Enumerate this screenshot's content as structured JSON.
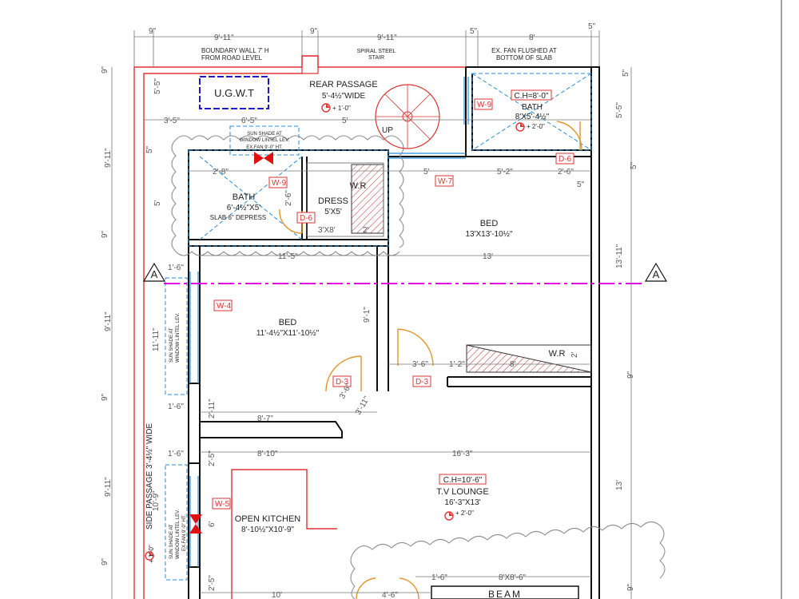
{
  "labels": {
    "boundary_wall_1": "BOUNDARY WALL 7' H",
    "boundary_wall_2": "FROM ROAD LEVEL",
    "ugwt": "U.G.W.T",
    "rear_passage": "REAR PASSAGE",
    "rear_passage_size": "5'-4½\"WIDE",
    "level_rear": "+ 1'-0\"",
    "spiral_1": "SPIRAL STEEL",
    "spiral_2": "STAIR",
    "up": "UP",
    "exfan_slab_1": "EX. FAN FLUSHED AT",
    "exfan_slab_2": "BOTTOM OF SLAB",
    "ch_bath": "C.H=8'-0\"",
    "bath2": "BATH",
    "bath2_size": "8'X5'-4½\"",
    "level_bath2": "+ 2'-0\"",
    "sunshade_top_1": "SUN SHADE AT",
    "sunshade_top_2": "WINDOW LINTEL LEV.",
    "exfan_top": "EX.FAN 9'-0\" HT.",
    "bath1": "BATH",
    "bath1_size": "6'-4½\"X5'",
    "bath1_note": "SLAB 6\" DEPRESS",
    "dress": "DRESS",
    "dress_size": "5'X5'",
    "wr1": "W.R",
    "wr2": "W.R",
    "bed1": "BED",
    "bed1_size": "13'X13'-10½\"",
    "bed2": "BED",
    "bed2_size": "11'-4½\"X11'-10½\"",
    "ch_tv": "C.H=10'-6\"",
    "tv": "T.V LOUNGE",
    "tv_size": "16'-3\"X13'",
    "level_tv": "+ 2'-0\"",
    "kitchen": "OPEN KITCHEN",
    "kitchen_size": "8'-10½\"X10'-9\"",
    "side_passage": "SIDE PASSAGE 3'-4½\" WIDE",
    "level_side": "+ 1'-0\"",
    "beam": "BEAM",
    "section_a": "A",
    "sunshade_left1_1": "SUN SHADE AT",
    "sunshade_left1_2": "WINDOW LINTEL LEV.",
    "sunshade_left2_1": "SUN SHADE AT",
    "sunshade_left2_2": "WINDOW LINTEL LEV.",
    "sunshade_left2_3": "EX.FAN 9'-0\" HT."
  },
  "tags": {
    "w9a": "W-9",
    "w9b": "W-9",
    "w7": "W-7",
    "w4": "W-4",
    "w5": "W-5",
    "d6a": "D-6",
    "d6b": "D-6",
    "d3a": "D-3",
    "d3b": "D-3"
  },
  "dims": {
    "top_9a": "9\"",
    "top_911a": "9'-11\"",
    "top_9b": "9\"",
    "top_911b": "9'-11\"",
    "top_5a": "5\"",
    "top_8": "8'",
    "top_5b": "5\"",
    "r_5a": "5\"",
    "r_55": "5'-5\"",
    "r_5b": "5\"",
    "r_1311": "13'-11\"",
    "r_9": "9\"",
    "r_13": "13'",
    "r_9b": "9\"",
    "l_9a": "9\"",
    "l_911a": "9'-11\"",
    "l_9b": "9\"",
    "l_911b": "9'-11\"",
    "l_9c": "9\"",
    "l_911c": "9'-11\"",
    "l_9d": "9\"",
    "d_55": "5'-5\"",
    "d_35": "3'-5\"",
    "d_65": "6'-5\"",
    "d_5a": "5'",
    "d_5b": "5\"",
    "d_28": "2'-8\"",
    "d_5c": "5'",
    "d_52": "5'-2\"",
    "d_26": "2'-6\"",
    "d_5d": "5\"",
    "d_115": "11'-5\"",
    "d_13": "13'",
    "d_16a": "1'-6\"",
    "d_3x8": "3'X8'",
    "d_2a": "2'",
    "d_36a": "3'-6\"",
    "d_12": "1'-2\"",
    "d_8": "8'",
    "d_2b": "2'",
    "d_87": "8'-7\"",
    "d_16b": "1'-6\"",
    "d_211": "2'-11\"",
    "d_810": "8'-10\"",
    "d_163": "16'-3\"",
    "d_16c": "1'-6\"",
    "d_25": "2'-5\"",
    "d_6": "6'",
    "d_25b": "2'-5\"",
    "d_10": "10'",
    "d_46": "4'-6\"",
    "d_16d": "1'-6\"",
    "d_8x86": "8'X8'-6\"",
    "d_1111": "11'-11\"",
    "d_109": "10'-9\"",
    "d_91": "9'-1\"",
    "d_311": "3'-11\"",
    "d_36b": "3'-6\"",
    "d_26b": "2'-6\""
  },
  "colors": {
    "wall": "#111111",
    "tag": "#d33333",
    "door": "#e0952a",
    "section_line": "#e000e0",
    "sunshade": "#2a8bd6",
    "ugwt": "#1a1acc"
  }
}
